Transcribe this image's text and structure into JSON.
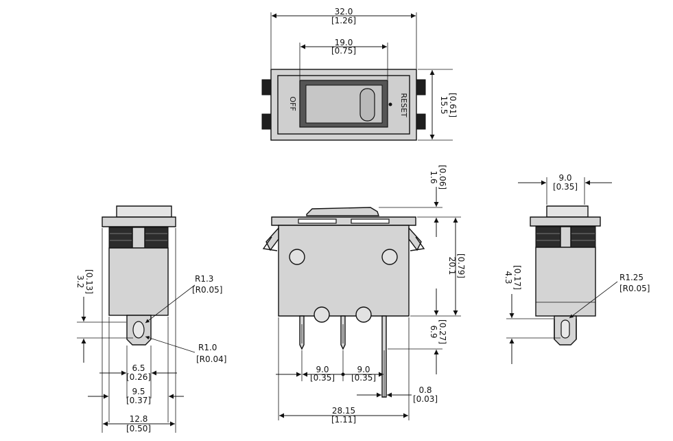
{
  "top_view": {
    "label_off": "OFF",
    "label_reset": "RESET",
    "dim_width": "32.0",
    "dim_width_in": "[1.26]",
    "dim_actuator": "19.0",
    "dim_actuator_in": "[0.75]",
    "dim_height": "15.5",
    "dim_height_in": "[0.61]"
  },
  "front_view": {
    "dim_actuator_height": "1.6",
    "dim_actuator_height_in": "[0.06]",
    "dim_body_height": "20.1",
    "dim_body_height_in": "[0.79]",
    "dim_terminal_length": "6.9",
    "dim_terminal_length_in": "[0.27]",
    "dim_pitch_left": "9.0",
    "dim_pitch_left_in": "[0.35]",
    "dim_pitch_right": "9.0",
    "dim_pitch_right_in": "[0.35]",
    "dim_terminal_thickness": "0.8",
    "dim_terminal_thickness_in": "[0.03]",
    "dim_overall_width": "28.15",
    "dim_overall_width_in": "[1.11]"
  },
  "left_view": {
    "dim_hole_offset": "3.2",
    "dim_hole_offset_in": "[0.13]",
    "radius_upper": "R1.3",
    "radius_upper_in": "[R0.05]",
    "radius_lower": "R1.0",
    "radius_lower_in": "[R0.04]",
    "dim_tab_width": "6.5",
    "dim_tab_width_in": "[0.26]",
    "dim_body_width": "9.5",
    "dim_body_width_in": "[0.37]",
    "dim_flange_width": "12.8",
    "dim_flange_width_in": "[0.50]"
  },
  "right_view": {
    "dim_width": "9.0",
    "dim_width_in": "[0.35]",
    "dim_hole_offset": "4.3",
    "dim_hole_offset_in": "[0.17]",
    "radius": "R1.25",
    "radius_in": "[R0.05]"
  }
}
